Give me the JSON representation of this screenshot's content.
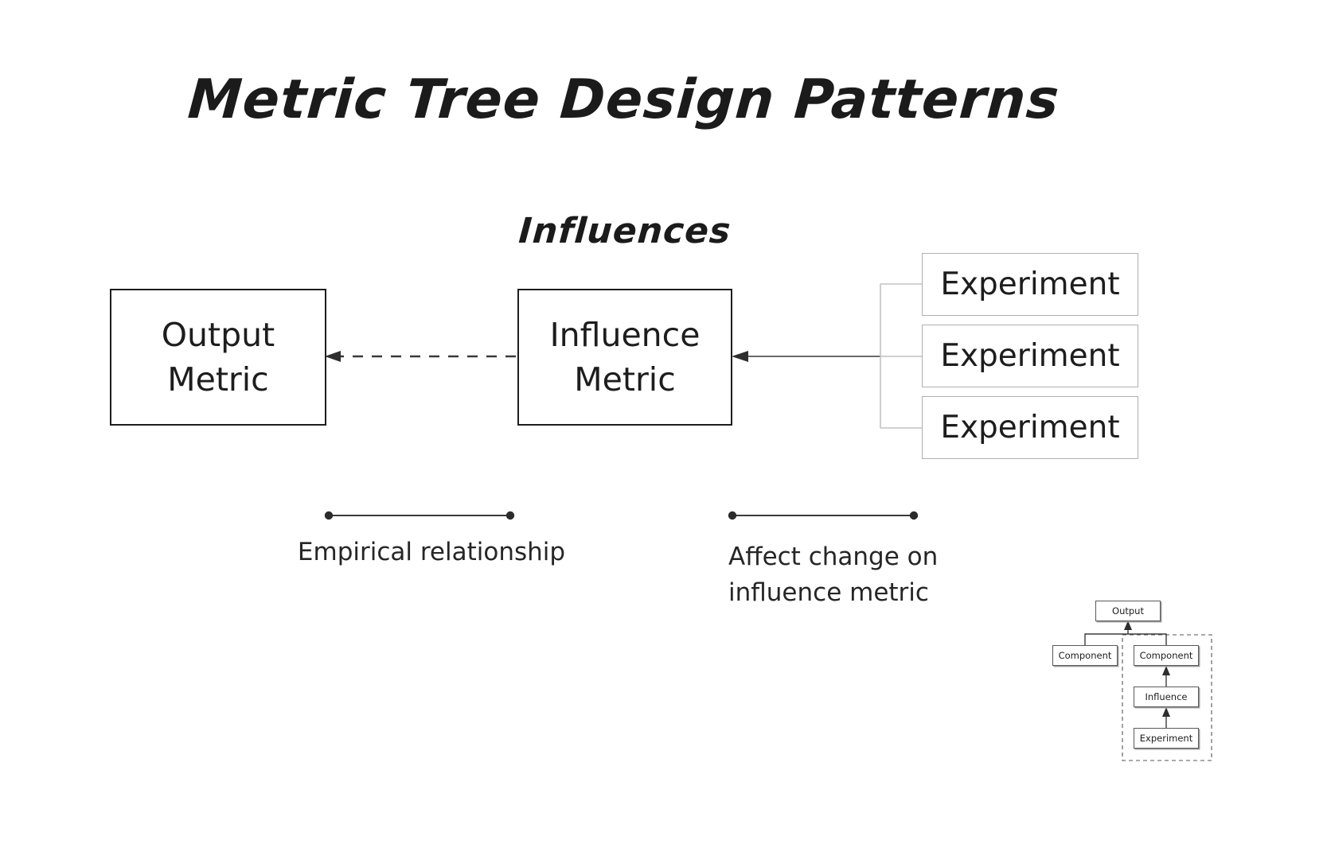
{
  "page": {
    "title": "Metric Tree Design Patterns",
    "background_color": "#ffffff",
    "text_color": "#1d1d1d"
  },
  "diagram": {
    "relationship_label": "Influences",
    "nodes": {
      "output_metric": {
        "label_line1": "Output",
        "label_line2": "Metric",
        "border_color": "#1d1d1d"
      },
      "influence_metric": {
        "label_line1": "Influence",
        "label_line2": "Metric",
        "border_color": "#1d1d1d"
      }
    },
    "experiments": [
      {
        "label": "Experiment"
      },
      {
        "label": "Experiment"
      },
      {
        "label": "Experiment"
      }
    ],
    "edges": {
      "influence_to_output": {
        "style": "dashed",
        "direction": "left",
        "color": "#3a3a3a"
      },
      "experiments_to_influence": {
        "style": "solid",
        "direction": "left",
        "color": "#5a5a5a"
      },
      "experiment_bracket": {
        "style": "solid",
        "color": "#bdbdbd"
      }
    }
  },
  "legend": {
    "left": {
      "caption": "Empirical relationship",
      "marker": "range-line-with-dots"
    },
    "right": {
      "caption_line1": "Affect change on",
      "caption_line2": "influence metric",
      "marker": "range-line-with-dots"
    }
  },
  "thumbnail": {
    "nodes": {
      "output": "Output",
      "component_left": "Component",
      "component_right": "Component",
      "influence": "Influence",
      "experiment": "Experiment"
    },
    "highlight_region": {
      "style": "dashed",
      "color": "#555555"
    }
  }
}
